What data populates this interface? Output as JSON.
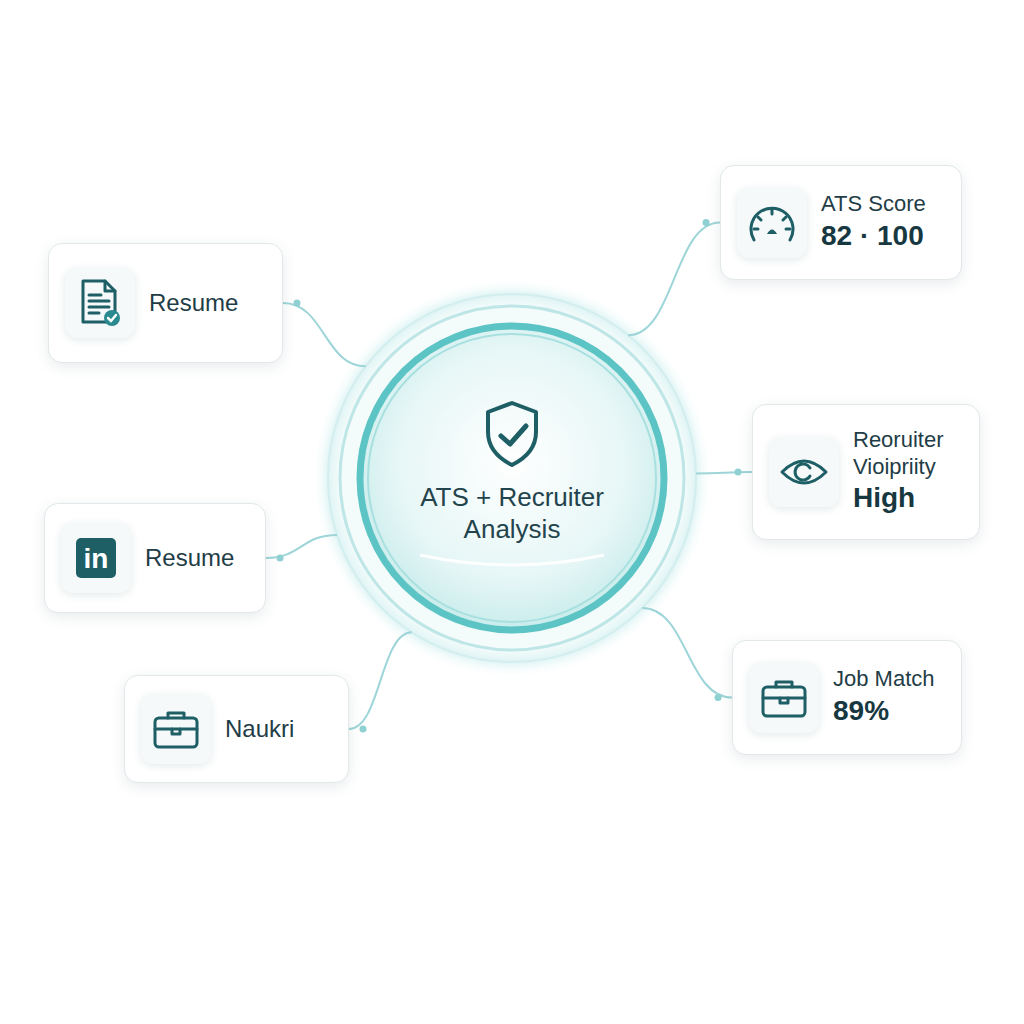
{
  "diagram": {
    "nodes": [
      {
        "text": [
          "Resume"
        ]
      },
      {
        "text": [
          "Resume"
        ]
      },
      {
        "text": [
          "Naukri"
        ]
      },
      {
        "text": [
          "ATS + Recruiter Analysis"
        ]
      },
      {
        "text": [
          "ATS Score",
          "82 · 100"
        ]
      },
      {
        "text": [
          "Reoruiter Vioipriity",
          "High"
        ]
      },
      {
        "text": [
          "Job Match",
          "89%"
        ]
      }
    ],
    "edges": [
      {
        "from": 0,
        "to": 3,
        "arrow": "none"
      },
      {
        "from": 1,
        "to": 3,
        "arrow": "none"
      },
      {
        "from": 2,
        "to": 3,
        "arrow": "none"
      },
      {
        "from": 3,
        "to": 4,
        "arrow": "none"
      },
      {
        "from": 3,
        "to": 5,
        "arrow": "none"
      },
      {
        "from": 3,
        "to": 6,
        "arrow": "none"
      }
    ],
    "labels": [
      "in"
    ]
  }
}
